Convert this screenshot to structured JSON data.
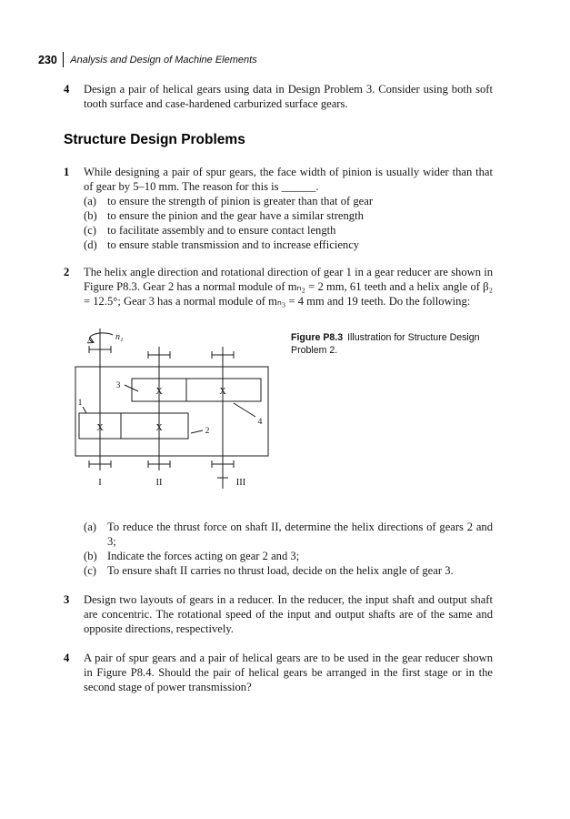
{
  "header": {
    "page_number": "230",
    "running_title": "Analysis and Design of Machine Elements"
  },
  "intro_problem": {
    "number": "4",
    "text": "Design a pair of helical gears using data in Design Problem 3. Consider using both soft tooth surface and case-hardened carburized surface gears."
  },
  "section_title": "Structure Design Problems",
  "problem1": {
    "number": "1",
    "text": "While designing a pair of spur gears, the face width of pinion is usually wider than that of gear by 5–10 mm. The reason for this is ______.",
    "options": [
      {
        "label": "(a)",
        "text": "to ensure the strength of pinion is greater than that of gear"
      },
      {
        "label": "(b)",
        "text": "to ensure the pinion and the gear have a similar strength"
      },
      {
        "label": "(c)",
        "text": "to facilitate assembly and to ensure contact length"
      },
      {
        "label": "(d)",
        "text": "to ensure stable transmission and to increase efficiency"
      }
    ]
  },
  "problem2": {
    "number": "2",
    "text": "The helix angle direction and rotational direction of gear 1 in a gear reducer are shown in Figure P8.3. Gear 2 has a normal module of mₙ₂ = 2 mm, 61 teeth and a helix angle of β₂ = 12.5°; Gear 3 has a normal module of mₙ₃ = 4 mm and 19 teeth. Do the following:",
    "options": [
      {
        "label": "(a)",
        "text": "To reduce the thrust force on shaft II, determine the helix directions of gears 2 and 3;"
      },
      {
        "label": "(b)",
        "text": "Indicate the forces acting on gear 2 and 3;"
      },
      {
        "label": "(c)",
        "text": "To ensure shaft II carries no thrust load, decide on the helix angle of gear 3."
      }
    ]
  },
  "figure": {
    "caption_label": "Figure P8.3",
    "caption_text": "Illustration for Structure Design Problem 2.",
    "labels": {
      "speed": "n₁",
      "gear1": "1",
      "gear2": "2",
      "gear3": "3",
      "gear4": "4",
      "shaftI": "I",
      "shaftII": "II",
      "shaftIII": "III",
      "mark": "X"
    }
  },
  "problem3": {
    "number": "3",
    "text": "Design two layouts of gears in a reducer. In the reducer, the input shaft and output shaft are concentric. The rotational speed of the input and output shafts are of the same and opposite directions, respectively."
  },
  "problem4": {
    "number": "4",
    "text": "A pair of spur gears and a pair of helical gears are to be used in the gear reducer shown in Figure P8.4. Should the pair of helical gears be arranged in the first stage or in the second stage of power transmission?"
  }
}
